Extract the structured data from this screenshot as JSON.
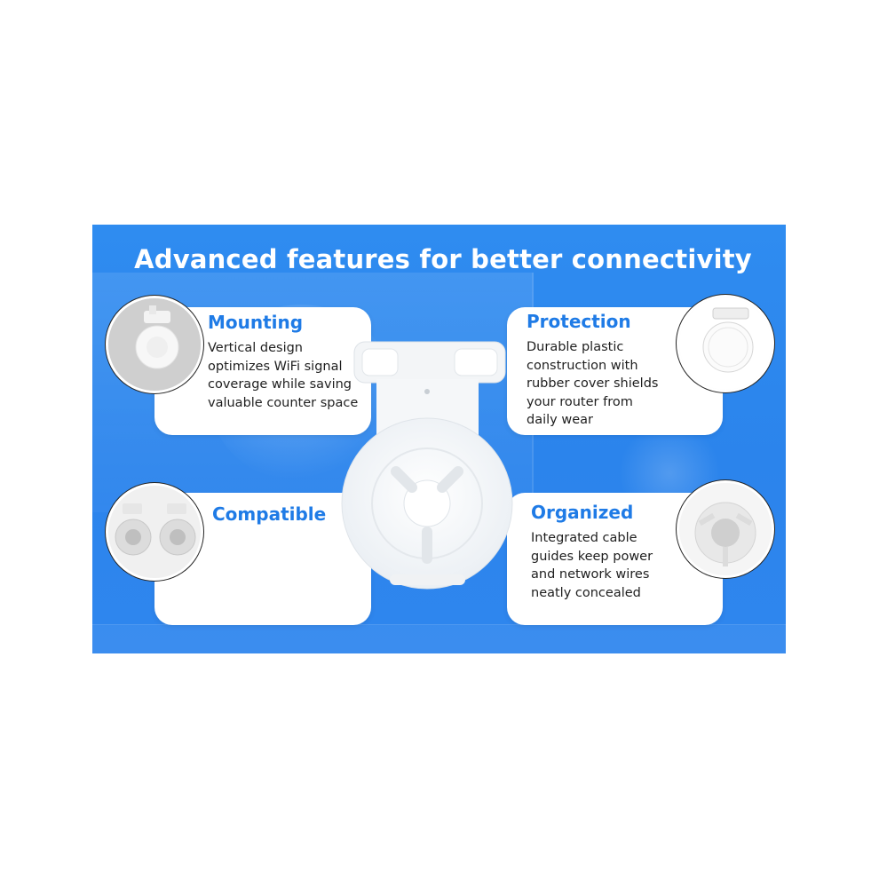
{
  "headline": "Advanced features for better connectivity",
  "colors": {
    "banner": "#2b84ec",
    "accent": "#1f7be6",
    "card": "#ffffff",
    "text": "#1f1f1f"
  },
  "features": {
    "mounting": {
      "title": "Mounting",
      "description": "Vertical design\noptimizes WiFi signal\ncoverage while saving\nvaluable counter space",
      "icon": "wall-mount-thumbnail"
    },
    "protection": {
      "title": "Protection",
      "description": "Durable plastic\nconstruction with\nrubber cover shields\nyour router from\ndaily wear",
      "icon": "router-mount-thumbnail"
    },
    "compatible": {
      "title": "Compatible",
      "description": "",
      "icon": "dual-mount-thumbnail"
    },
    "organized": {
      "title": "Organized",
      "description": "Integrated cable\nguides keep power\nand network wires\nneatly concealed",
      "icon": "cable-guide-thumbnail"
    }
  },
  "product": {
    "icon": "router-wall-mount-illustration"
  }
}
